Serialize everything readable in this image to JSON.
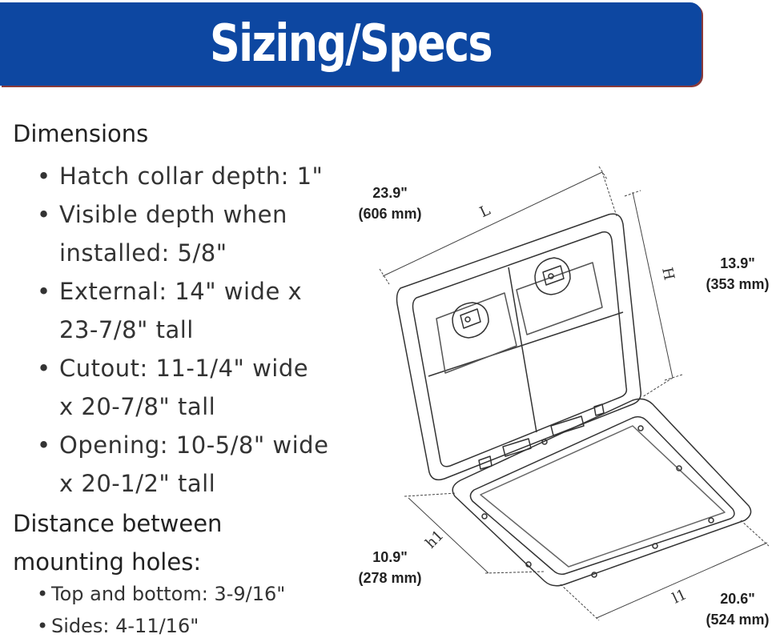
{
  "banner": {
    "title": "Sizing/Specs"
  },
  "dimensions": {
    "heading": "Dimensions",
    "items": [
      "Hatch collar depth: 1\"",
      "Visible depth when installed: 5/8\"",
      "External: 14\" wide x 23-7/8\" tall",
      "Cutout: 11-1/4\" wide x 20-7/8\" tall",
      "Opening: 10-5/8\" wide x 20-1/2\" tall"
    ]
  },
  "mounting": {
    "heading": "Distance between mounting holes",
    "heading_suffix": ":",
    "items": [
      "Top and bottom: 3-9/16\"",
      "Sides: 4-11/16\""
    ]
  },
  "diagram": {
    "labels": {
      "L": "L",
      "H": "H",
      "h1": "h1",
      "l1": "l1"
    },
    "measurements": {
      "L": {
        "inches": "23.9\"",
        "mm": "(606 mm)"
      },
      "H": {
        "inches": "13.9\"",
        "mm": "(353 mm)"
      },
      "h1": {
        "inches": "10.9\"",
        "mm": "(278 mm)"
      },
      "l1": {
        "inches": "20.6\"",
        "mm": "(524 mm)"
      }
    }
  }
}
